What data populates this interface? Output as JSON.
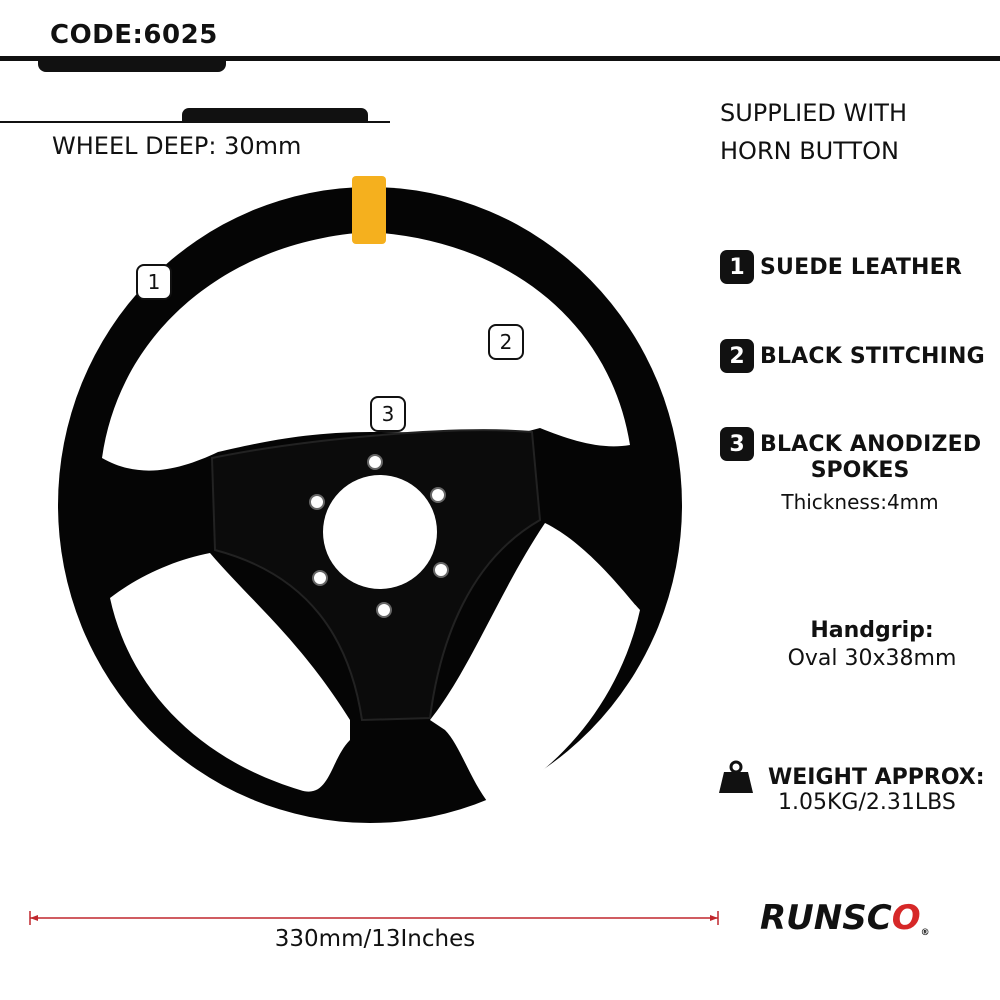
{
  "header": {
    "code": "CODE:6025",
    "wheel_deep": "WHEEL DEEP: 30mm"
  },
  "supplied": {
    "line1": "SUPPLIED WITH",
    "line2": "HORN BUTTON"
  },
  "features": [
    {
      "number": "1",
      "label": "SUEDE LEATHER"
    },
    {
      "number": "2",
      "label": "BLACK STITCHING"
    },
    {
      "number": "3",
      "label": "BLACK ANODIZED",
      "label_line2": "SPOKES",
      "note": "Thickness:4mm"
    }
  ],
  "handgrip": {
    "title": "Handgrip:",
    "value": "Oval 30x38mm"
  },
  "weight": {
    "title": "WEIGHT APPROX:",
    "value": "1.05KG/2.31LBS",
    "icon": "weight-icon"
  },
  "dimension": {
    "label": "330mm/13Inches"
  },
  "wheel_callouts": [
    "1",
    "2",
    "3"
  ],
  "logo": {
    "text_main": "RUNSC",
    "text_accent": "O",
    "registered": "®"
  },
  "colors": {
    "accent_stripe": "#f5b01e",
    "dimension_line": "#c0272d",
    "logo_accent": "#d62828"
  }
}
